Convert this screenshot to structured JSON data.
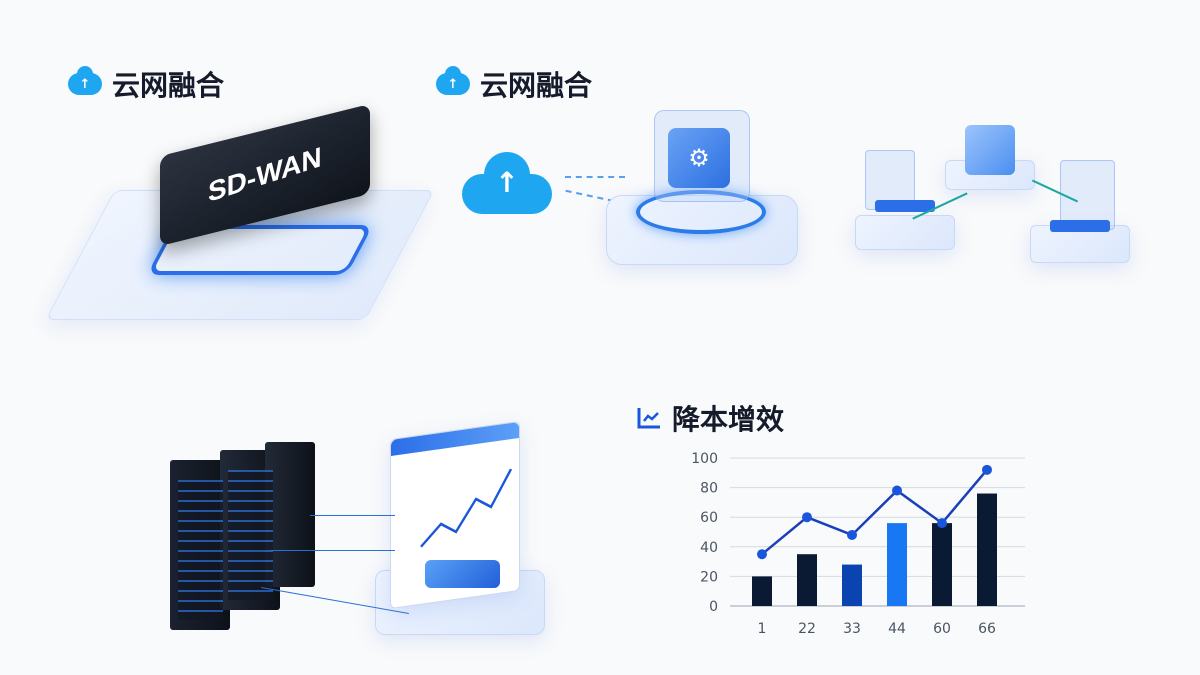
{
  "sections": [
    {
      "title": "云网融合",
      "icon": "cloud-upload-icon"
    },
    {
      "title": "云网融合",
      "icon": "cloud-upload-icon"
    },
    {
      "title": "降本增效",
      "icon": "line-chart-icon"
    }
  ],
  "device_label": "SD-WAN",
  "colors": {
    "accent": "#1a56db",
    "cloud": "#1ea7f0",
    "bar_dark": "#0b1a33",
    "bar_mid": "#0b44b0",
    "bar_bright": "#1877f2",
    "text": "#151b2b"
  },
  "chart_data": {
    "type": "bar",
    "categories": [
      "1",
      "22",
      "33",
      "44",
      "60",
      "66"
    ],
    "series": [
      {
        "type": "bar",
        "values": [
          20,
          35,
          28,
          56,
          56,
          76
        ]
      },
      {
        "type": "line",
        "values": [
          35,
          60,
          48,
          78,
          56,
          92
        ]
      }
    ],
    "yticks": [
      0,
      20,
      40,
      60,
      80,
      100
    ],
    "ylim": [
      0,
      100
    ],
    "grid": true
  }
}
